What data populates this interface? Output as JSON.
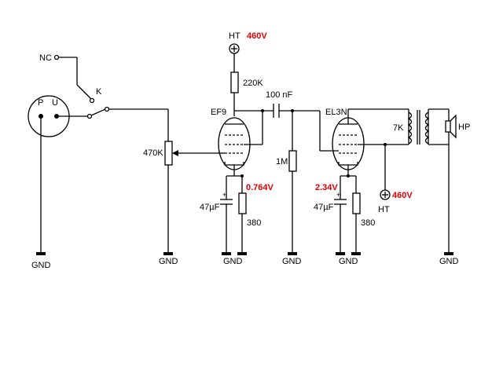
{
  "labels": {
    "ht_top": "HT",
    "ht_top_voltage": "460V",
    "ht_right": "HT",
    "ht_right_voltage": "460V",
    "nc": "NC",
    "k": "K",
    "p": "P",
    "u": "U",
    "pot": "470K",
    "r_plate": "220K",
    "cap_coupling": "100 nF",
    "tube1": "EF9",
    "tube2": "EL3N",
    "r_grid": "1M",
    "r_cathode1": "380",
    "r_cathode2": "380",
    "cap_cathode1": "47µF",
    "cap_cathode2": "47µF",
    "v_cathode1": "0.764V",
    "v_cathode2": "2.34V",
    "transformer": "7K",
    "speaker": "HP",
    "gnd": "GND"
  },
  "colors": {
    "wire": "#000000",
    "voltage": "#e00000",
    "background": "#ffffff"
  }
}
